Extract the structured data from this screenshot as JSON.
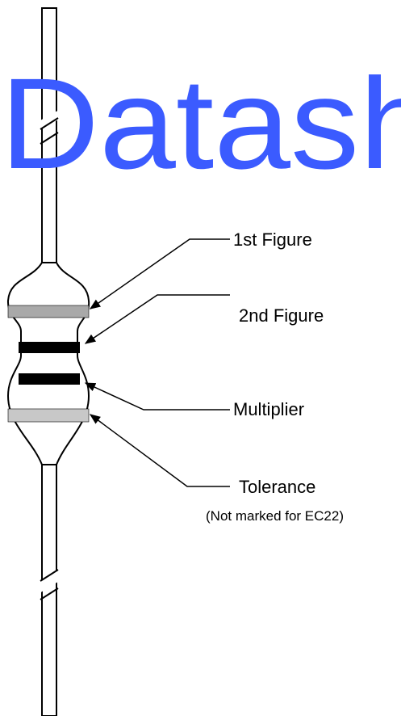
{
  "watermark": {
    "text": "Datash",
    "color": "#3b5bff"
  },
  "colors": {
    "outline": "#000000",
    "lead_fill": "#ffffff",
    "band_first": "#a9a9a9",
    "band_second": "#000000",
    "band_multiplier": "#000000",
    "band_tolerance": "#c8c8c8"
  },
  "labels": {
    "first_figure": "1st Figure",
    "second_figure": "2nd Figure",
    "multiplier": "Multiplier",
    "tolerance": "Tolerance",
    "tolerance_note": "(Not marked for EC22)"
  }
}
